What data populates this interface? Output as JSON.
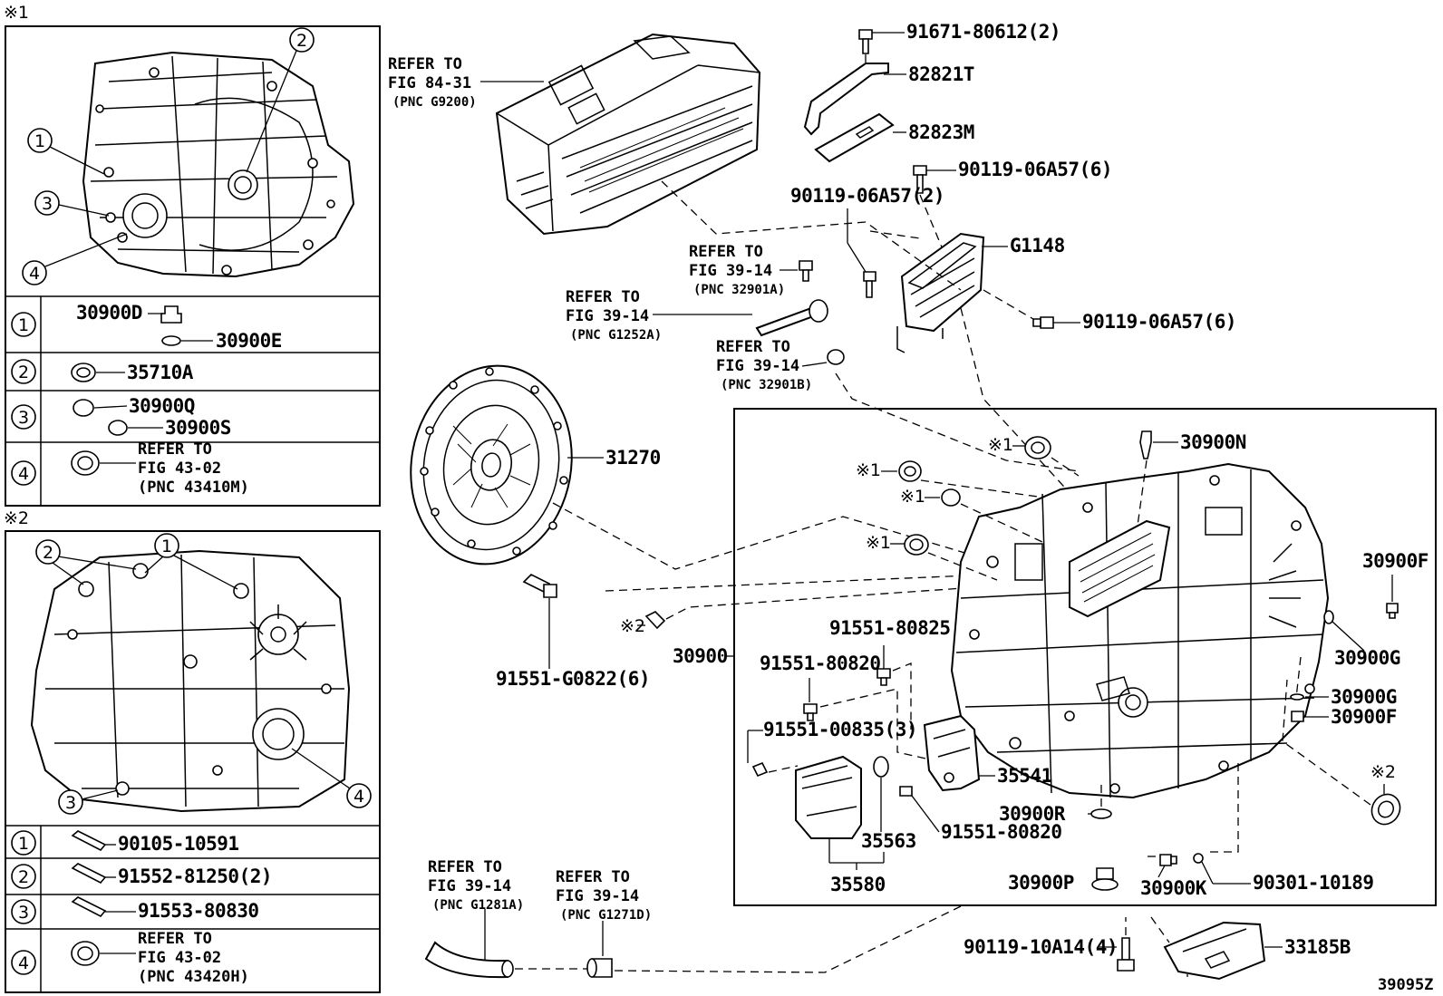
{
  "markers": {
    "box1": "※1",
    "box2": "※2",
    "m1a": "※1",
    "m1b": "※1",
    "m1c": "※1",
    "m1d": "※1",
    "m2a": "※2",
    "m2b": "※2"
  },
  "legend1": {
    "callouts": [
      "1",
      "2",
      "3",
      "4"
    ],
    "rows": [
      {
        "num": "1",
        "parts": [
          "30900D",
          "30900E"
        ]
      },
      {
        "num": "2",
        "parts": [
          "35710A"
        ]
      },
      {
        "num": "3",
        "parts": [
          "30900Q",
          "30900S"
        ]
      },
      {
        "num": "4",
        "ref": [
          "REFER TO",
          "FIG 43-02",
          "(PNC 43410M)"
        ]
      }
    ]
  },
  "legend2": {
    "callouts": [
      "1",
      "2",
      "3",
      "4"
    ],
    "rows": [
      {
        "num": "1",
        "parts": [
          "90105-10591"
        ]
      },
      {
        "num": "2",
        "parts": [
          "91552-81250(2)"
        ]
      },
      {
        "num": "3",
        "parts": [
          "91553-80830"
        ]
      },
      {
        "num": "4",
        "ref": [
          "REFER TO",
          "FIG 43-02",
          "(PNC 43420H)"
        ]
      }
    ]
  },
  "refs": {
    "inverter": [
      "REFER TO",
      "FIG 84-31",
      "(PNC G9200)"
    ],
    "r32901a": [
      "REFER TO",
      "FIG 39-14",
      "(PNC 32901A)"
    ],
    "rg1252a": [
      "REFER TO",
      "FIG 39-14",
      "(PNC G1252A)"
    ],
    "r32901b": [
      "REFER TO",
      "FIG 39-14",
      "(PNC 32901B)"
    ],
    "rg1281a": [
      "REFER TO",
      "FIG 39-14",
      "(PNC G1281A)"
    ],
    "rg1271d": [
      "REFER TO",
      "FIG 39-14",
      "(PNC G1271D)"
    ]
  },
  "parts": {
    "p91671": "91671-80612(2)",
    "p82821T": "82821T",
    "p82823M": "82823M",
    "p90119a": "90119-06A57(6)",
    "p90119b": "90119-06A57(2)",
    "pG1148": "G1148",
    "p90119c": "90119-06A57(6)",
    "p31270": "31270",
    "p91551g": "91551-G0822(6)",
    "p30900": "30900",
    "p30900N": "30900N",
    "p30900F1": "30900F",
    "p30900G1": "30900G",
    "p30900G2": "30900G",
    "p30900F2": "30900F",
    "p91551a": "91551-80825",
    "p91551b": "91551-80820",
    "p91551c": "91551-00835(3)",
    "p35541": "35541",
    "p35563": "35563",
    "p91551d": "91551-80820",
    "p35580": "35580",
    "p30900R": "30900R",
    "p30900P": "30900P",
    "p30900K": "30900K",
    "p90301": "90301-10189",
    "p90119d": "90119-10A14(4)",
    "p33185B": "33185B"
  },
  "figure_code": "39095Z"
}
